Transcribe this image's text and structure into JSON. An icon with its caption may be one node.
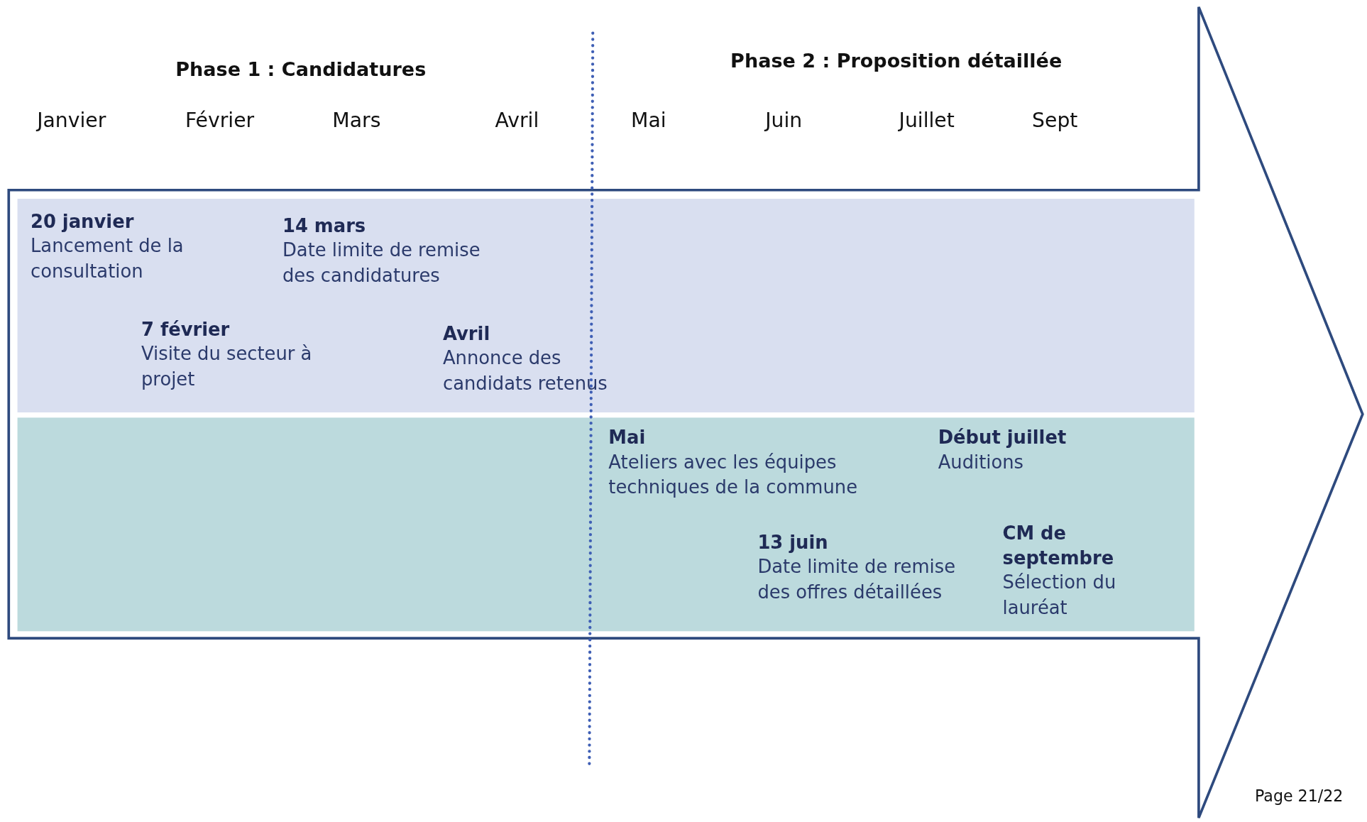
{
  "diagram": {
    "nodes": [
      {
        "text": [],
        "shape": "bar"
      },
      {
        "text": [
          "20 janvier",
          "Lancement de la consultation"
        ],
        "in": 0
      },
      {
        "text": [
          "14 mars",
          "Date limite de remise des candidatures"
        ],
        "in": 0
      },
      {
        "text": [
          "7 février",
          "Visite du secteur à projet"
        ],
        "in": 0
      },
      {
        "text": [
          "Avril",
          "Annonce des candidats retenus"
        ],
        "in": 0
      },
      {
        "text": [],
        "shape": "bar"
      },
      {
        "text": [
          "Mai",
          "Ateliers avec les équipes techniques de la commune"
        ],
        "in": 5
      },
      {
        "text": [
          "Début juillet",
          "Auditions"
        ],
        "in": 5
      },
      {
        "text": [
          "13 juin",
          "Date limite de remise des offres détaillées"
        ],
        "in": 5
      },
      {
        "text": [
          "CM de septembre",
          "Sélection du lauréat"
        ],
        "in": 5
      }
    ],
    "edges": [],
    "labels": [
      "Phase 1 : Candidatures",
      "Phase 2 : Proposition détaillée",
      "Janvier",
      "Février",
      "Mars",
      "Avril",
      "Mai",
      "Juin",
      "Juillet",
      "Sept",
      "Page 21/22"
    ]
  }
}
